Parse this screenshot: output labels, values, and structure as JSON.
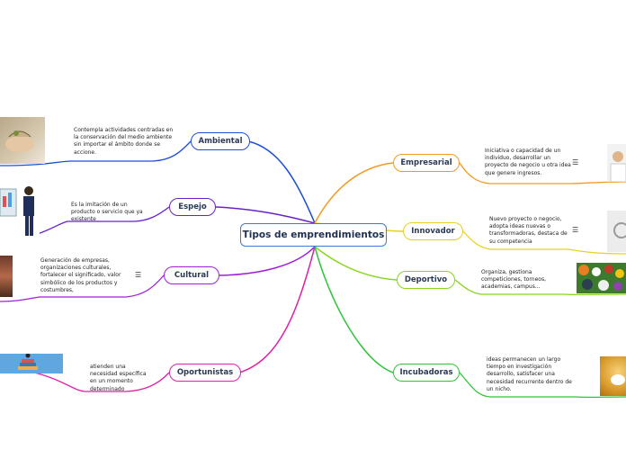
{
  "central": {
    "label": "Tipos de emprendimientos",
    "color": "#3a7bd5"
  },
  "branches": {
    "ambiental": {
      "label": "Ambiental",
      "color": "#1f4fd6",
      "note": [
        "Contempla actividades centradas en",
        "la conservación del medio ambiente",
        "sin importar el ámbito donde se",
        "accione."
      ]
    },
    "espejo": {
      "label": "Espejo",
      "color": "#6a1fc9",
      "note": [
        "Es la imitación de un",
        "producto o servicio que ya",
        "existente"
      ]
    },
    "cultural": {
      "label": "Cultural",
      "color": "#a01fd6",
      "note": [
        "Generación de empresas,",
        "organizaciones culturales,",
        "fortalecer el significado, valor",
        "simbólico de los productos y",
        "costumbres,"
      ]
    },
    "oportunistas": {
      "label": "Oportunistas",
      "color": "#e01fa8",
      "note": [
        "atienden una",
        "necesidad específica",
        "en un momento",
        "determinado"
      ]
    },
    "empresarial": {
      "label": "Empresarial",
      "color": "#f29a1f",
      "note": [
        "Iniciativa o capacidad de un",
        "individuo, desarrollar un",
        "proyecto de negocio u otra idea",
        "que genere ingresos."
      ]
    },
    "innovador": {
      "label": "Innovador",
      "color": "#e6d21f",
      "note": [
        "Nuevo proyecto o negocio,",
        "adopta ideas nuevas o",
        "transformadoras, destaca de",
        "su competencia"
      ]
    },
    "deportivo": {
      "label": "Deportivo",
      "color": "#8ad61f",
      "note": [
        "Organiza, gestiona",
        "competiciones, torneos,",
        "academias, campus..."
      ]
    },
    "incubadoras": {
      "label": "Incubadoras",
      "color": "#2fc43a",
      "note": [
        "ideas permanecen un largo",
        "tiempo en investigación",
        "desarrollo, satisfacer una",
        "necesidad recurrente dentro de",
        "un nicho."
      ]
    }
  },
  "icons": {
    "menu": "☰"
  }
}
